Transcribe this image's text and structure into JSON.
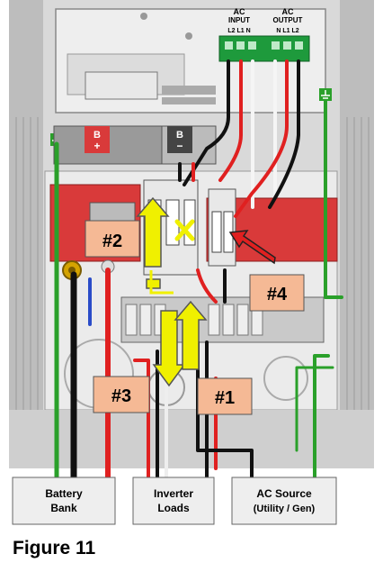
{
  "terminal_block": {
    "ac_input": {
      "title_line1": "AC",
      "title_line2": "INPUT",
      "pins": "L2 L1 N"
    },
    "ac_output": {
      "title_line1": "AC",
      "title_line2": "OUTPUT",
      "pins": "N L1 L2"
    }
  },
  "bus_labels": {
    "b_plus": "B",
    "b_plus_sign": "+",
    "b_minus": "B",
    "b_minus_sign": "−"
  },
  "callouts": [
    {
      "label": "#1"
    },
    {
      "label": "#2"
    },
    {
      "label": "#3"
    },
    {
      "label": "#4"
    }
  ],
  "bottom_labels": {
    "battery": {
      "line1": "Battery",
      "line2": "Bank"
    },
    "loads": {
      "line1": "Inverter",
      "line2": "Loads"
    },
    "source": {
      "line1": "AC Source",
      "line2": "(Utility / Gen)"
    }
  },
  "figure_caption": "Figure 11",
  "colors": {
    "enclosure": "#c9c9c9",
    "panel": "#e6e6e6",
    "red_bracket": "#d93a3a",
    "callout_fill": "#f5b995",
    "arrow_yellow": "#f0f000",
    "wire_red": "#e02020",
    "wire_green": "#2aa02a",
    "wire_black": "#111111",
    "terminal_green": "#1e9a3c"
  }
}
